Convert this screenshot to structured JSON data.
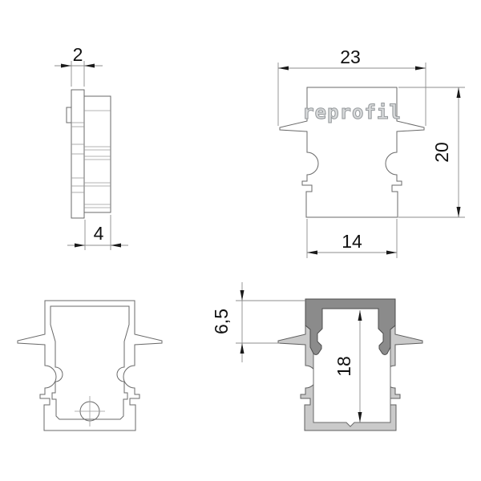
{
  "drawing": {
    "brand_logo": "reprofil",
    "views": {
      "side": {
        "dim_thickness": "2",
        "dim_depth": "4"
      },
      "front": {
        "dim_width": "23",
        "dim_height": "20",
        "dim_bottom_width": "14"
      },
      "section": {
        "dim_recess": "6,5",
        "dim_inner_height": "18"
      }
    },
    "colors": {
      "body_fill": "#cacaca",
      "cap_fill": "#8b8b8b",
      "outline": "#6a6a6a",
      "dimension_line": "#8c8c8c",
      "text": "#111111",
      "logo_gray": "#93979a"
    }
  }
}
